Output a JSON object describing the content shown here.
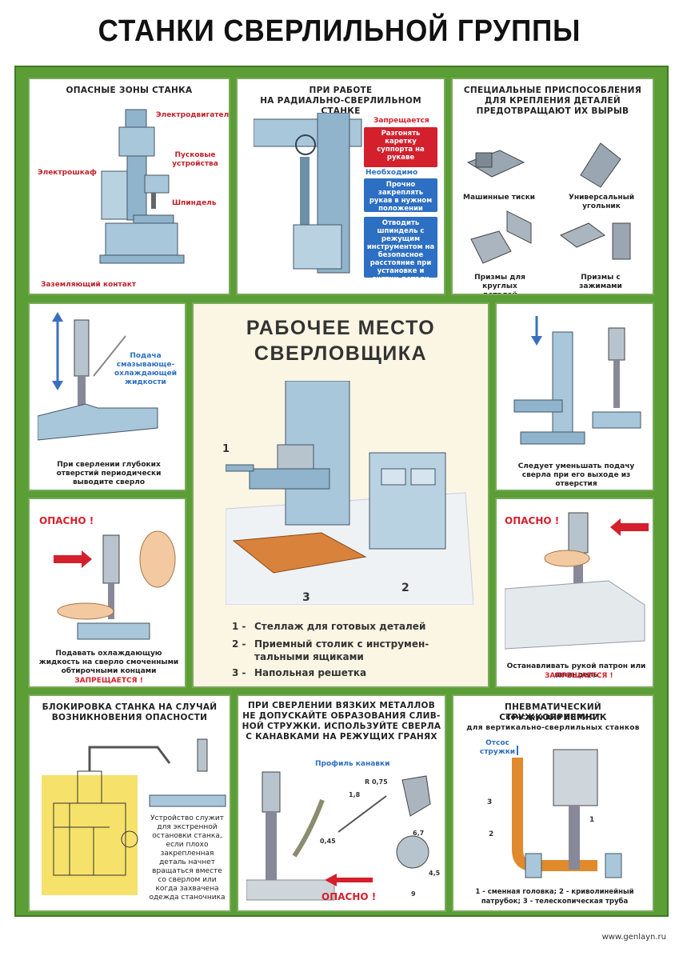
{
  "title": "СТАНКИ СВЕРЛИЛЬНОЙ ГРУППЫ",
  "colors": {
    "frame": "#5a9e35",
    "danger": "#d4202c",
    "info": "#2d6fc2",
    "machine": "#8fb4cc"
  },
  "panels": {
    "zones": {
      "title": "ОПАСНЫЕ ЗОНЫ СТАНКА",
      "labels": [
        "Электродвигатель",
        "Пусковые устройства",
        "Электрошкаф",
        "Шпиндель",
        "Заземляющий контакт"
      ]
    },
    "radial": {
      "title_line1": "ПРИ РАБОТЕ",
      "title_line2": "НА РАДИАЛЬНО-СВЕРЛИЛЬНОМ СТАНКЕ",
      "forbidden_header": "Запрещается",
      "forbidden_text": "Разгонять каретку суппорта на рукаве",
      "required_header": "Необходимо",
      "required_text1": "Прочно закреплять рукав в нужном положении",
      "required_text2": "Отводить шпиндель с режущим инструментом на безопасное расстояние при установке и снятии детали"
    },
    "fixtures": {
      "title_line1": "СПЕЦИАЛЬНЫЕ ПРИСПОСОБЛЕНИЯ",
      "title_line2": "ДЛЯ КРЕПЛЕНИЯ ДЕТАЛЕЙ",
      "title_line3": "ПРЕДОТВРАЩАЮТ ИХ ВЫРЫВ",
      "captions": [
        "Машинные тиски",
        "Универсальный угольник",
        "Призмы для круглых деталей",
        "Призмы с зажимами"
      ]
    },
    "coolant": {
      "label": "Подача смазывающе-охлаждающей жидкости",
      "caption": "При сверлении глубоких отверстий периодически выводите сверло"
    },
    "workplace": {
      "title_line1": "РАБОЧЕЕ МЕСТО",
      "title_line2": "СВЕРЛОВЩИКА",
      "markers": [
        "1",
        "2",
        "3"
      ],
      "legend": [
        {
          "num": "1 -",
          "text": "Стеллаж для готовых деталей"
        },
        {
          "num": "2 -",
          "text": "Приемный столик с инструмен-"
        },
        {
          "num": "",
          "text": "тальными ящиками"
        },
        {
          "num": "3 -",
          "text": "Напольная решетка"
        }
      ]
    },
    "feed": {
      "caption": "Следует уменьшать подачу сверла при его выходе из отверстия"
    },
    "rag": {
      "danger": "ОПАСНО !",
      "caption": "Подавать охлаждающую жидкость на сверло смоченными обтирочными концами",
      "caption_red": "ЗАПРЕЩАЕТСЯ !"
    },
    "chuck": {
      "danger": "ОПАСНО !",
      "caption": "Останавливать рукой патрон или шпиндель",
      "caption_red": "ЗАПРЕЩАЕТСЯ !"
    },
    "block": {
      "title_line1": "БЛОКИРОВКА СТАНКА НА СЛУЧАЙ",
      "title_line2": "ВОЗНИКНОВЕНИЯ ОПАСНОСТИ",
      "text": "Устройство служит для экстренной остановки станка, если плохо закрепленная деталь начнет вращаться вместе со сверлом или когда захвачена одежда станочника"
    },
    "viscous": {
      "title_line1": "ПРИ СВЕРЛЕНИИ ВЯЗКИХ МЕТАЛЛОВ",
      "title_line2": "НЕ ДОПУСКАЙТЕ ОБРАЗОВАНИЯ СЛИВ-",
      "title_line3": "НОЙ СТРУЖКИ. ИСПОЛЬЗУЙТЕ СВЕРЛА",
      "title_line4": "С КАНАВКАМИ НА РЕЖУЩИХ ГРАНЯХ",
      "profile": "Профиль канавки",
      "dims": [
        "R 0,75",
        "1,8",
        "0,45",
        "6,7",
        "4,5",
        "9"
      ],
      "danger": "ОПАСНО !"
    },
    "pneumatic": {
      "title_line1": "ПНЕВМАТИЧЕСКИЙ СТРУЖКОПРИЕМНИК",
      "title_line2": "конструкции ВНИИОТ",
      "title_line3": "для вертикально-сверлильных станков",
      "suction": "Отсос стружки",
      "markers": [
        "3",
        "2",
        "1"
      ],
      "caption_line1": "1 - сменная головка; 2 - криволинейный",
      "caption_line2": "патрубок; 3 - телескопическая труба"
    }
  },
  "footer": "www.genlayn.ru"
}
